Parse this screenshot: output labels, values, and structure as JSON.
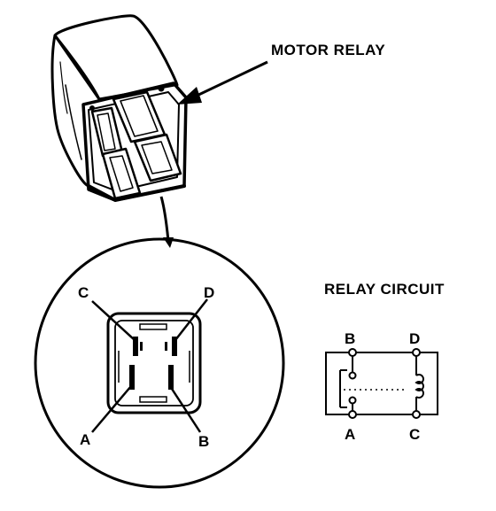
{
  "labels": {
    "motor_relay": "MOTOR RELAY",
    "relay_circuit": "RELAY CIRCUIT",
    "detail_terminals": {
      "a": "A",
      "b": "B",
      "c": "C",
      "d": "D"
    },
    "circuit_terminals": {
      "a": "A",
      "b": "B",
      "c": "C",
      "d": "D"
    }
  }
}
